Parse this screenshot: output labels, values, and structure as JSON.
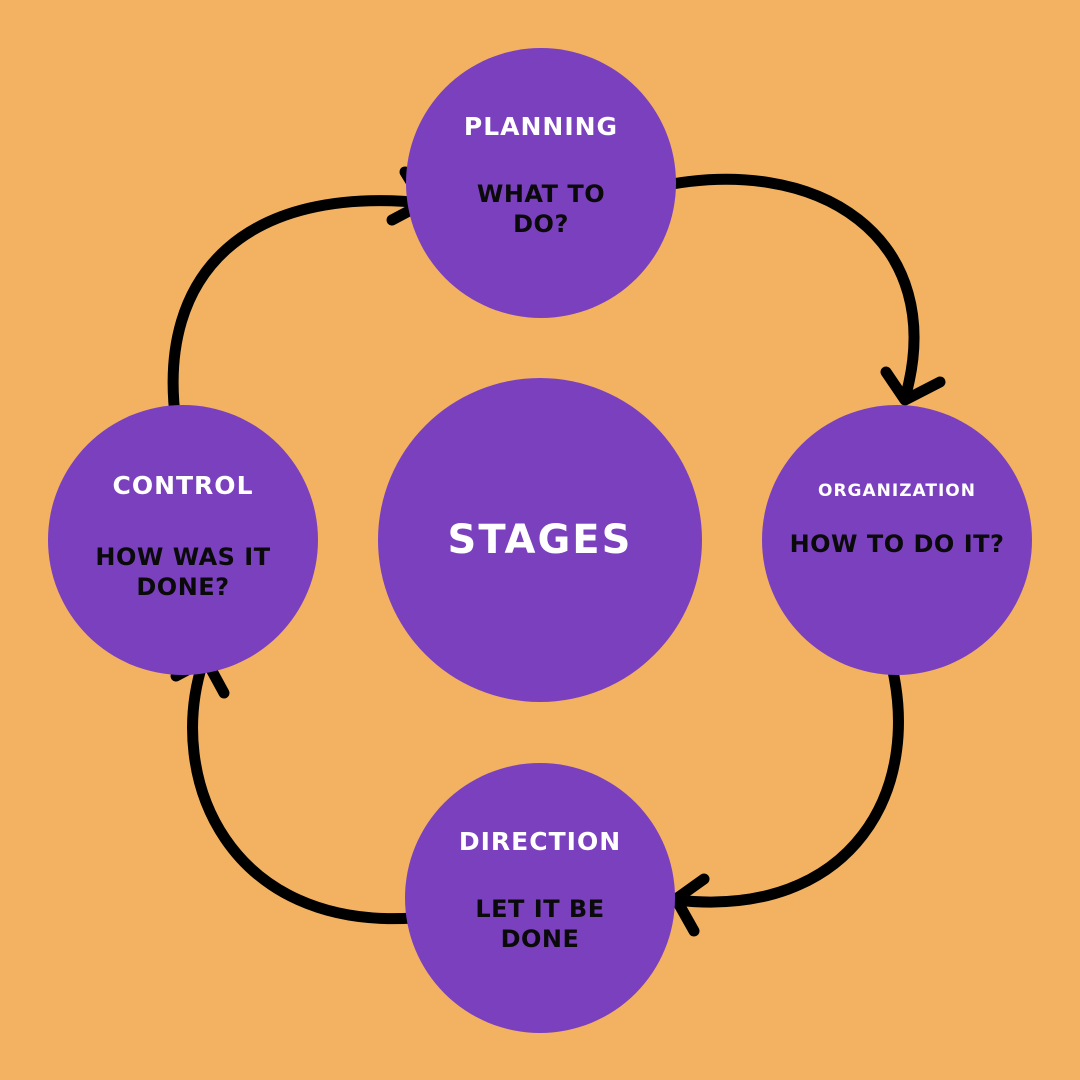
{
  "colors": {
    "background": "#F2B262",
    "circle": "#7B40BE",
    "arrow": "#000000",
    "title_text": "#FFFFFF",
    "question_text": "#0A0A0A"
  },
  "center": {
    "label": "STAGES"
  },
  "stages": [
    {
      "title": "PLANNING",
      "question": "WHAT TO DO?"
    },
    {
      "title": "ORGANIZATION",
      "question": "HOW TO DO IT?"
    },
    {
      "title": "DIRECTION",
      "question": "LET IT BE DONE"
    },
    {
      "title": "CONTROL",
      "question": "HOW WAS IT DONE?"
    }
  ],
  "arrows": [
    {
      "from": "PLANNING",
      "to": "ORGANIZATION"
    },
    {
      "from": "ORGANIZATION",
      "to": "DIRECTION"
    },
    {
      "from": "DIRECTION",
      "to": "CONTROL"
    },
    {
      "from": "CONTROL",
      "to": "PLANNING"
    }
  ]
}
